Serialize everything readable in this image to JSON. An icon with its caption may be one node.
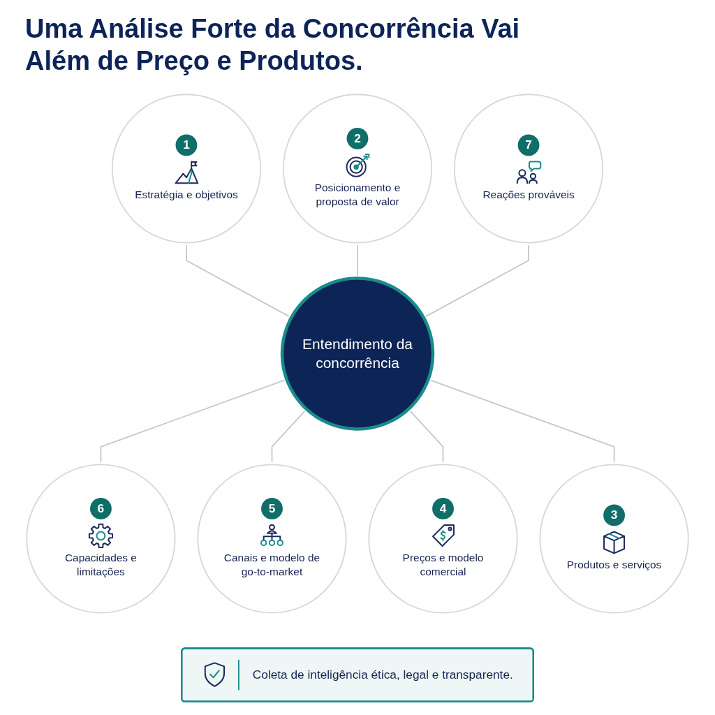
{
  "diagram": {
    "title": "Uma Análise Forte da Concorrência Vai Além de Preço e Produtos.",
    "nodes": [
      {
        "text": [
          "Entendimento da concorrência"
        ]
      },
      {
        "text": [
          "1",
          "Estratégia e objetivos"
        ]
      },
      {
        "text": [
          "2",
          "Posicionamento e proposta de valor"
        ]
      },
      {
        "text": [
          "3",
          "Produtos e serviços"
        ]
      },
      {
        "text": [
          "4",
          "Preços e modelo comercial"
        ]
      },
      {
        "text": [
          "5",
          "Canais e modelo de go-to-market"
        ]
      },
      {
        "text": [
          "6",
          "Capacidades e limitações"
        ]
      },
      {
        "text": [
          "7",
          "Reações prováveis"
        ]
      },
      {
        "text": [
          "Coleta de inteligência ética, legal e transparente."
        ]
      }
    ],
    "edges": [
      {
        "from": 1,
        "to": 0,
        "arrow": "none"
      },
      {
        "from": 2,
        "to": 0,
        "arrow": "none"
      },
      {
        "from": 0,
        "to": 3,
        "arrow": "none"
      },
      {
        "from": 0,
        "to": 4,
        "arrow": "none"
      },
      {
        "from": 0,
        "to": 5,
        "arrow": "none"
      },
      {
        "from": 0,
        "to": 6,
        "arrow": "none"
      },
      {
        "from": 7,
        "to": 0,
        "arrow": "none"
      }
    ]
  }
}
